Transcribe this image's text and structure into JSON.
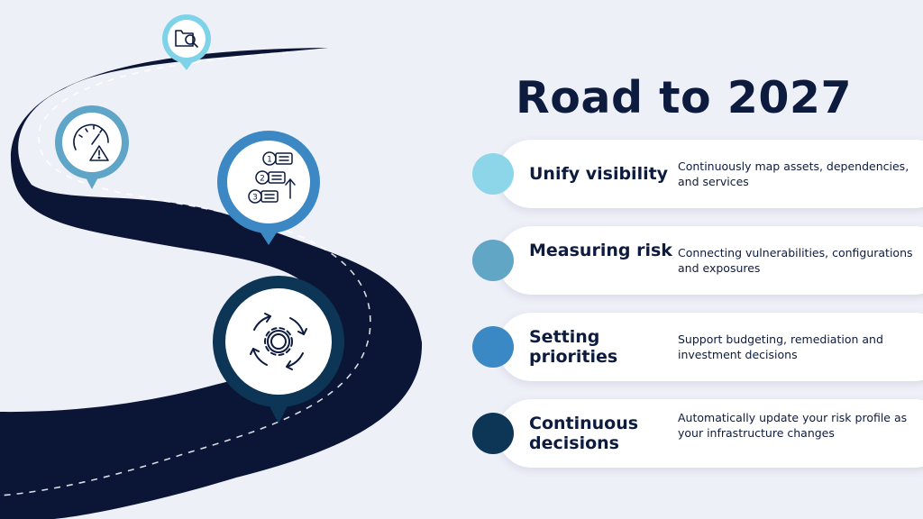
{
  "title": "Road to 2027",
  "colors": {
    "background": "#eef0f8",
    "road": "#0b1535",
    "navy_text": "#0d1b3e",
    "pin_light_blue": "#7fd3e8",
    "pin_mid_blue": "#5ea5c8",
    "pin_blue": "#3b88c4",
    "pin_dark_navy": "#0c3556"
  },
  "steps": [
    {
      "title": "Unify visibility",
      "description": "Continuously map assets, dependencies, and services",
      "dot_color": "#8dd6ea"
    },
    {
      "title": "Measuring risk",
      "description": "Connecting vulnerabilities, configurations and exposures",
      "dot_color": "#62a6c6"
    },
    {
      "title": "Setting priorities",
      "description": "Support budgeting, remediation and investment decisions",
      "dot_color": "#3b89c4"
    },
    {
      "title": "Continuous decisions",
      "description": "Automatically update your risk profile as your infrastructure changes",
      "dot_color": "#0d3556"
    }
  ],
  "pins": [
    {
      "icon": "folder-search-icon"
    },
    {
      "icon": "gauge-warning-icon"
    },
    {
      "icon": "numbered-priority-list-icon"
    },
    {
      "icon": "gear-cycle-icon"
    }
  ]
}
